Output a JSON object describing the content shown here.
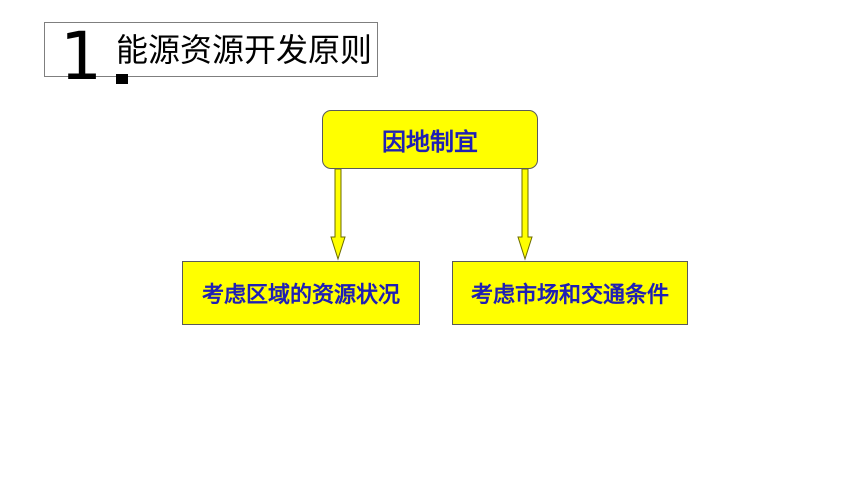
{
  "heading": {
    "number": "1",
    "text": "能源资源开发原则"
  },
  "diagram": {
    "root": "因地制宜",
    "children": [
      "考虑区域的资源状况",
      "考虑市场和交通条件"
    ]
  },
  "colors": {
    "box_fill": "#ffff00",
    "box_text": "#1f1fb4",
    "arrow_fill": "#ffff00",
    "arrow_stroke": "#6b6b00"
  }
}
